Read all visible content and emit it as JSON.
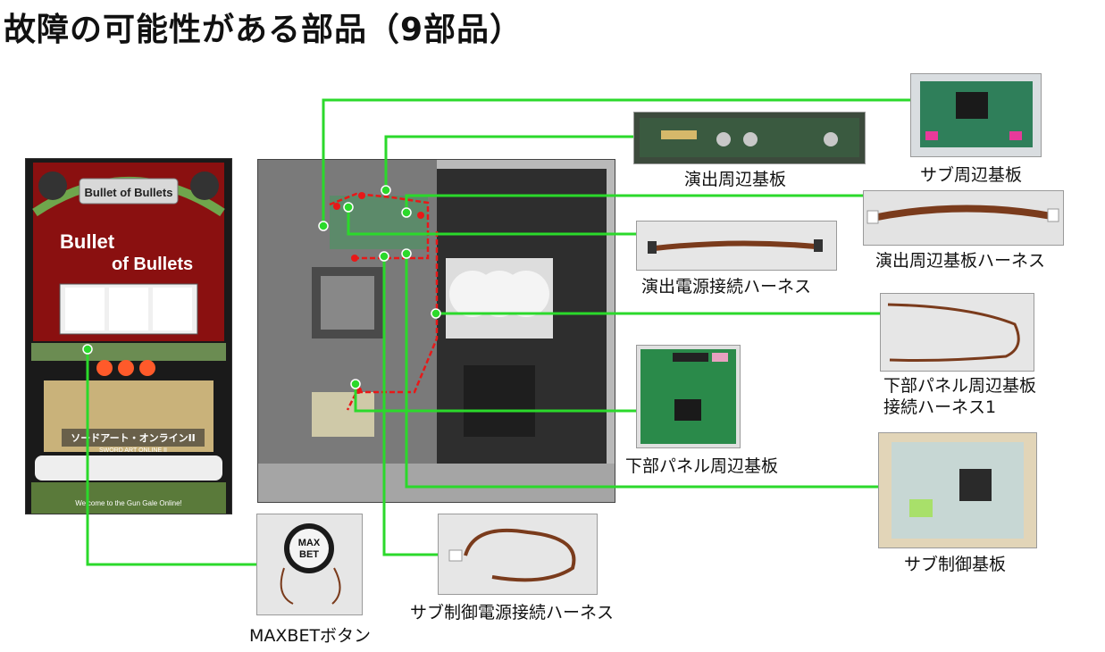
{
  "title": "故障の可能性がある部品（9部品）",
  "slot_panel": {
    "top_badge": "Bullet of Bullets",
    "logo_line1": "Bullet",
    "logo_line2": "of Bullets",
    "anime_logo": "ソードアート・オンラインII",
    "anime_sub": "SWORD ART ONLINE II",
    "bottom_text": "Welcome to the Gun Gale Online!"
  },
  "button_photo": {
    "cap_line1": "MAX",
    "cap_line2": "BET"
  },
  "parts": [
    {
      "id": "sub-peripheral-board",
      "label": "サブ周辺基板"
    },
    {
      "id": "effect-peripheral-board",
      "label": "演出周辺基板"
    },
    {
      "id": "effect-peripheral-harness",
      "label": "演出周辺基板ハーネス"
    },
    {
      "id": "effect-power-harness",
      "label": "演出電源接続ハーネス"
    },
    {
      "id": "lower-panel-harness",
      "label": "下部パネル周辺基板",
      "label2": "接続ハーネス1"
    },
    {
      "id": "lower-panel-board",
      "label": "下部パネル周辺基板"
    },
    {
      "id": "sub-control-board",
      "label": "サブ制御基板"
    },
    {
      "id": "sub-control-power-harness",
      "label": "サブ制御電源接続ハーネス"
    },
    {
      "id": "maxbet-button",
      "label": "MAXBETボタン"
    }
  ],
  "colors": {
    "connector_line": "#2bd92b",
    "highlight": "#e81818",
    "pcb_green": "#1f7a3a",
    "harness_brown": "#7a3b1c"
  }
}
